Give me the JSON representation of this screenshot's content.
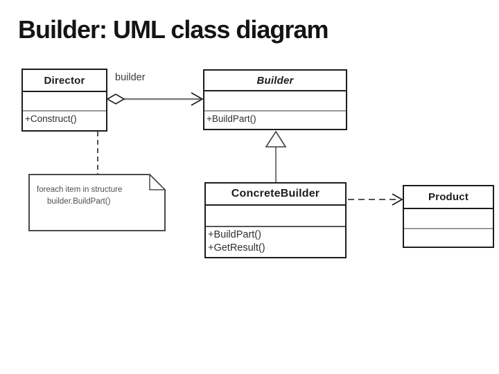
{
  "title": "Builder: UML class diagram",
  "diagram": {
    "type": "uml-class-diagram",
    "pattern": "Builder",
    "association_label": "builder",
    "classes": [
      {
        "id": "director",
        "name": "Director",
        "abstract": false,
        "attributes": [],
        "methods": [
          "+Construct()"
        ]
      },
      {
        "id": "builder",
        "name": "Builder",
        "abstract": true,
        "attributes": [],
        "methods": [
          "+BuildPart()"
        ]
      },
      {
        "id": "concrete-builder",
        "name": "ConcreteBuilder",
        "abstract": false,
        "attributes": [],
        "methods": [
          "+BuildPart()",
          "+GetResult()"
        ]
      },
      {
        "id": "product",
        "name": "Product",
        "abstract": false,
        "attributes": [],
        "methods": []
      }
    ],
    "relationships": [
      {
        "from": "Director",
        "to": "Builder",
        "type": "aggregation",
        "label": "builder"
      },
      {
        "from": "ConcreteBuilder",
        "to": "Builder",
        "type": "generalization"
      },
      {
        "from": "ConcreteBuilder",
        "to": "Product",
        "type": "dependency-dashed"
      },
      {
        "from": "Director",
        "to": "note",
        "type": "note-anchor-dashed"
      }
    ],
    "note": {
      "lines": [
        "foreach item in structure",
        "builder.BuildPart()"
      ]
    },
    "colors": {
      "box_border": "#1c1c1c",
      "divider_gray": "#999999",
      "line_gray": "#7d7d7d",
      "dashed_line": "#3c3c3c",
      "note_border": "#4a4a4a",
      "note_text": "#4f4f4f",
      "background": "#ffffff"
    }
  }
}
